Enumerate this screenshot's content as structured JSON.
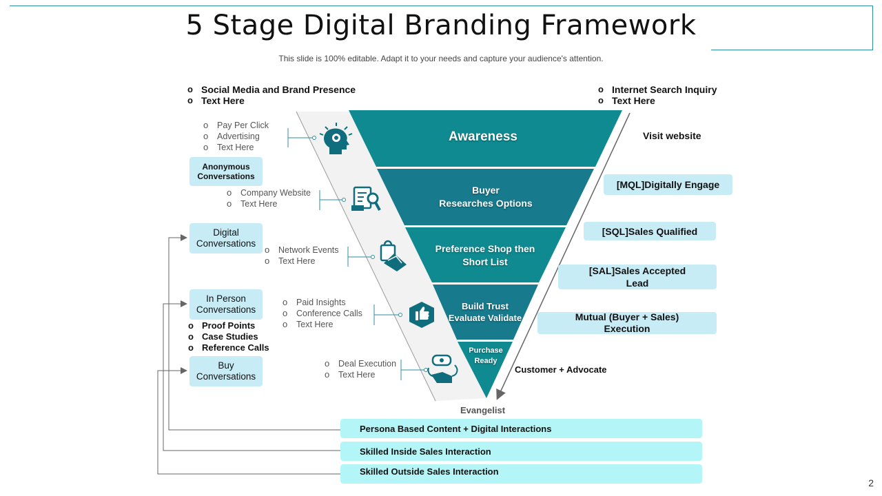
{
  "title": "5 Stage Digital Branding Framework",
  "subtitle": "This slide is 100% editable. Adapt it to your needs and capture your audience's attention.",
  "page_number": "2",
  "top_left_list": [
    "Social Media and Brand Presence",
    "Text Here"
  ],
  "top_right_list": [
    "Internet Search Inquiry",
    "Text Here"
  ],
  "stages": [
    {
      "label": "Awareness",
      "color": "#0f8a90",
      "icon": "head-idea-icon",
      "bullets": [
        "Pay Per Click",
        "Advertising",
        "Text Here"
      ],
      "right": "Visit website"
    },
    {
      "label_lines": [
        "Buyer",
        "Researches Options"
      ],
      "color": "#177a8d",
      "icon": "document-search-icon",
      "bullets": [
        "Company Website",
        "Text Here"
      ],
      "right": "[MQL]Digitally Engage"
    },
    {
      "label_lines": [
        "Preference Shop then",
        "Short List"
      ],
      "color": "#0f8a90",
      "icon": "shopping-handshake-icon",
      "bullets": [
        "Network Events",
        "Text Here"
      ],
      "right": "[SQL]Sales Qualified"
    },
    {
      "label_lines": [
        "Build Trust",
        "Evaluate Validate"
      ],
      "color": "#177a8d",
      "icon": "thumbs-up-icon",
      "bullets": [
        "Paid Insights",
        "Conference  Calls",
        "Text Here"
      ],
      "right_lines": [
        "[SAL]Sales Accepted",
        "Lead"
      ]
    },
    {
      "label_lines": [
        "Purchase",
        "Ready"
      ],
      "color": "#0f8a90",
      "icon": "purchase-hand-icon",
      "bullets": [
        "Deal Execution",
        "Text Here"
      ],
      "right_lines": [
        "Mutual (Buyer + Sales)",
        "Execution"
      ]
    }
  ],
  "customer_advocate": "Customer  + Advocate",
  "evangelist": "Evangelist",
  "left_pills": {
    "anonymous": [
      "Anonymous",
      "Conversations"
    ],
    "digital": [
      "Digital",
      "Conversations"
    ],
    "in_person": [
      "In Person",
      "Conversations"
    ],
    "buy": [
      "Buy",
      "Conversations"
    ]
  },
  "proof_list": [
    "Proof Points",
    "Case Studies",
    "Reference Calls"
  ],
  "bottom_bars": [
    "Persona Based Content  + Digital Interactions",
    "Skilled Inside Sales Interaction",
    "Skilled Outside Sales Interaction"
  ],
  "colors": {
    "teal_dark": "#0f8a90",
    "teal_mid": "#177a8d",
    "pill": "#c8ecf6",
    "bar": "#b4f6f8",
    "line": "#2a8fa0"
  }
}
